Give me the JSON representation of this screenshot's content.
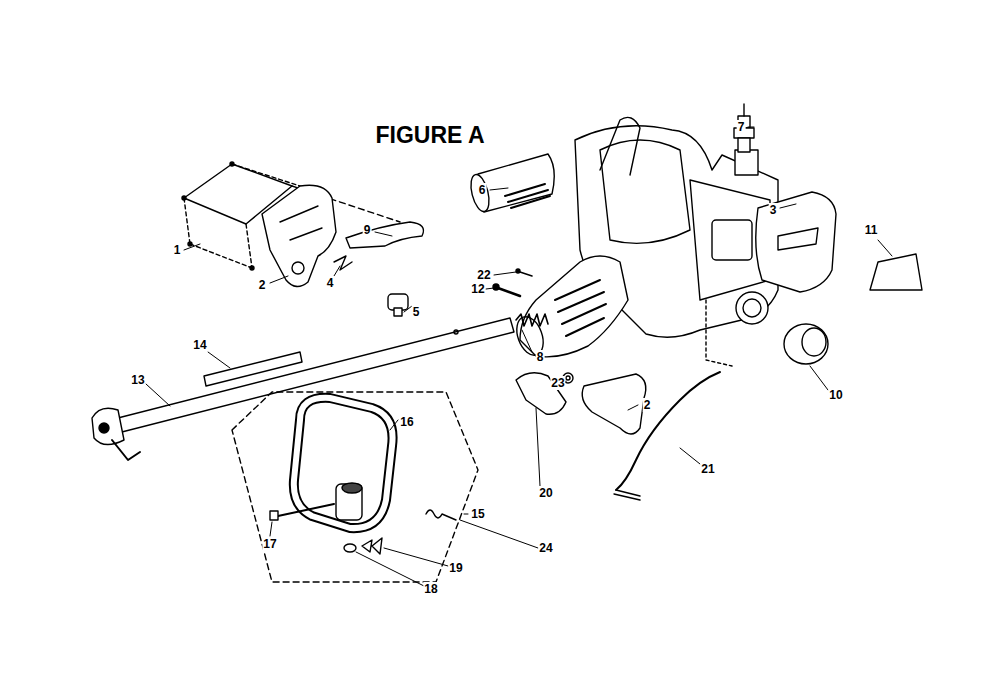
{
  "diagram": {
    "title": "FIGURE A",
    "labels": [
      "7",
      "6",
      "9",
      "3",
      "11",
      "1",
      "22",
      "2",
      "4",
      "12",
      "5",
      "14",
      "8",
      "13",
      "23",
      "10",
      "2",
      "16",
      "21",
      "20",
      "15",
      "17",
      "24",
      "19",
      "18"
    ]
  }
}
